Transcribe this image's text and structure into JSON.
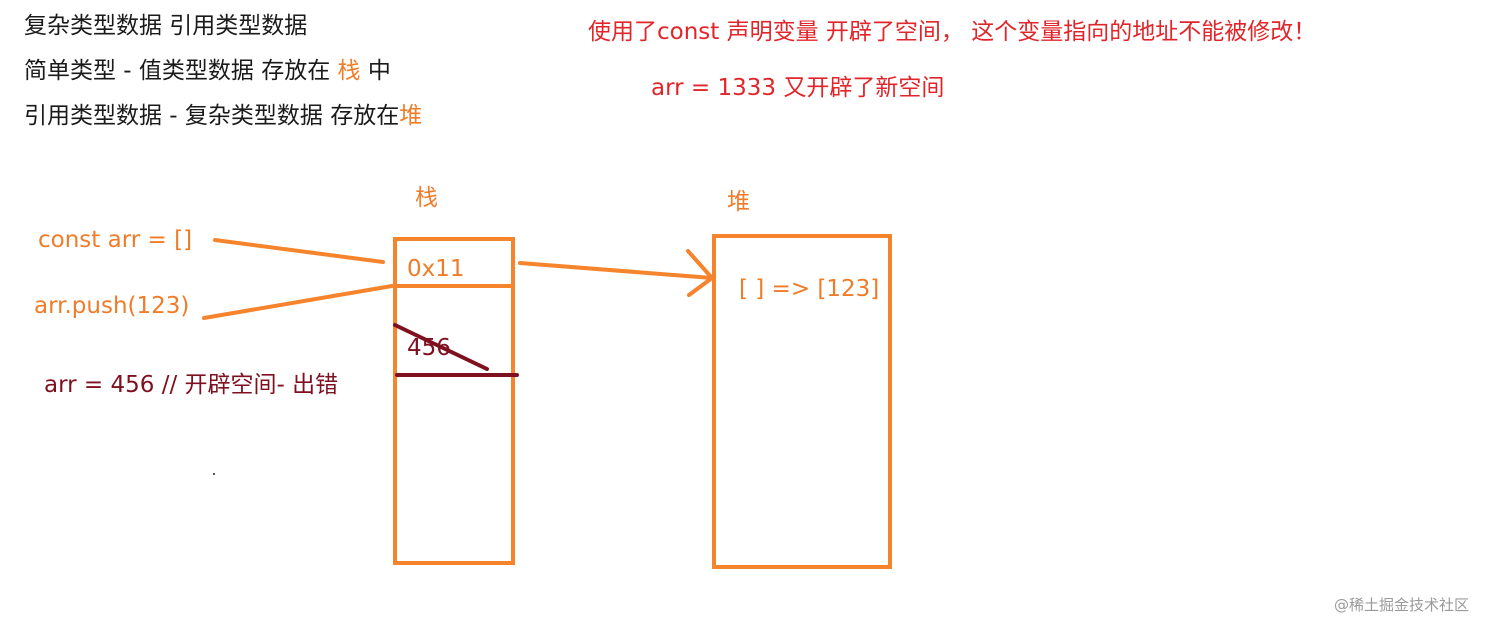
{
  "notes": {
    "line1": "复杂类型数据 引用类型数据",
    "line2_prefix": "简单类型 -   值类型数据 存放在 ",
    "line2_highlight": "栈",
    "line2_suffix": " 中",
    "line3_prefix": "引用类型数据 - 复杂类型数据 存放在",
    "line3_highlight": "堆"
  },
  "red_notes": {
    "line1": "使用了const 声明变量 开辟了空间， 这个变量指向的地址不能被修改！",
    "line2": "arr = 1333 又开辟了新空间"
  },
  "diagram": {
    "stack_label": "栈",
    "heap_label": "堆",
    "code_const": "const  arr  =  []",
    "code_push": "arr.push(123)",
    "code_reassign": "arr = 456  // 开辟空间- 出错",
    "stack_cell_address": "0x11",
    "stack_cell_crossed": "456",
    "heap_content": "[ ]  =>    [123]"
  },
  "colors": {
    "orange": "#f07c2a",
    "red": "#e0262b",
    "maroon": "#7e1020",
    "black": "#1a1a1a"
  },
  "watermark": "@稀土掘金技术社区"
}
